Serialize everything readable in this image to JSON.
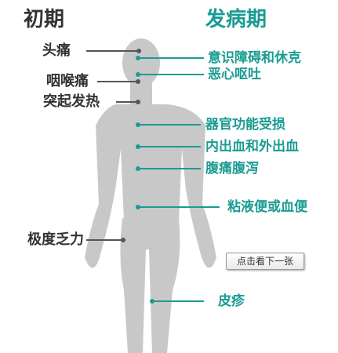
{
  "headers": {
    "early": "初期",
    "late": "发病期"
  },
  "early_symptoms": [
    "头痛",
    "咽喉痛",
    "突起发热",
    "极度乏力"
  ],
  "late_symptoms": [
    "意识障碍和休克",
    "恶心呕吐",
    "器官功能受损",
    "内出血和外出血",
    "腹痛腹泻",
    "粘液便或血便",
    "皮疹"
  ],
  "next_button": "点击看下一张",
  "colors": {
    "accent_teal": "#1a9c92",
    "early_text": "#333333",
    "body_silhouette": "#c8c8c8",
    "marker_dark": "#555555"
  }
}
